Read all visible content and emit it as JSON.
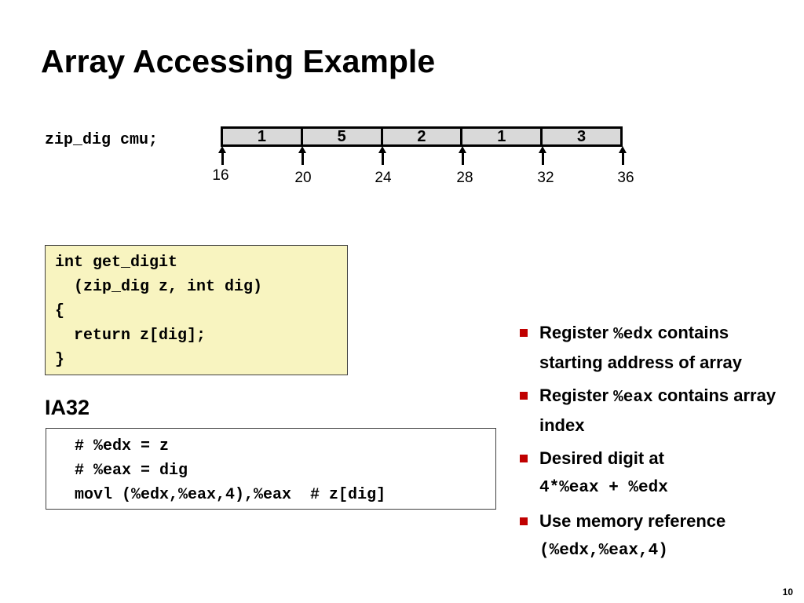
{
  "slide": {
    "title": "Array Accessing Example",
    "page_number": "10"
  },
  "declaration": "zip_dig cmu;",
  "array": {
    "values": [
      "1",
      "5",
      "2",
      "1",
      "3"
    ],
    "addresses": [
      "16",
      "20",
      "24",
      "28",
      "32",
      "36"
    ]
  },
  "c_code": {
    "lines": [
      "int get_digit",
      "  (zip_dig z, int dig)",
      "{",
      "  return z[dig];",
      "}"
    ]
  },
  "ia32_label": "IA32",
  "asm_code": {
    "lines": [
      "  # %edx = z",
      "  # %eax = dig",
      "  movl (%edx,%eax,4),%eax  # z[dig]"
    ]
  },
  "bullets": [
    {
      "pre": "Register ",
      "code": "%edx",
      "post": " contains starting address of array"
    },
    {
      "pre": "Register ",
      "code": "%eax",
      "post": " contains array index"
    },
    {
      "pre": "Desired digit at ",
      "code": "4*%eax + %edx",
      "post": ""
    },
    {
      "pre": "Use memory reference ",
      "code": "(%edx,%eax,4)",
      "post": ""
    }
  ],
  "colors": {
    "bullet": "#c00000",
    "array_fill": "#d9d9d9",
    "c_code_fill": "#f8f4c0"
  }
}
